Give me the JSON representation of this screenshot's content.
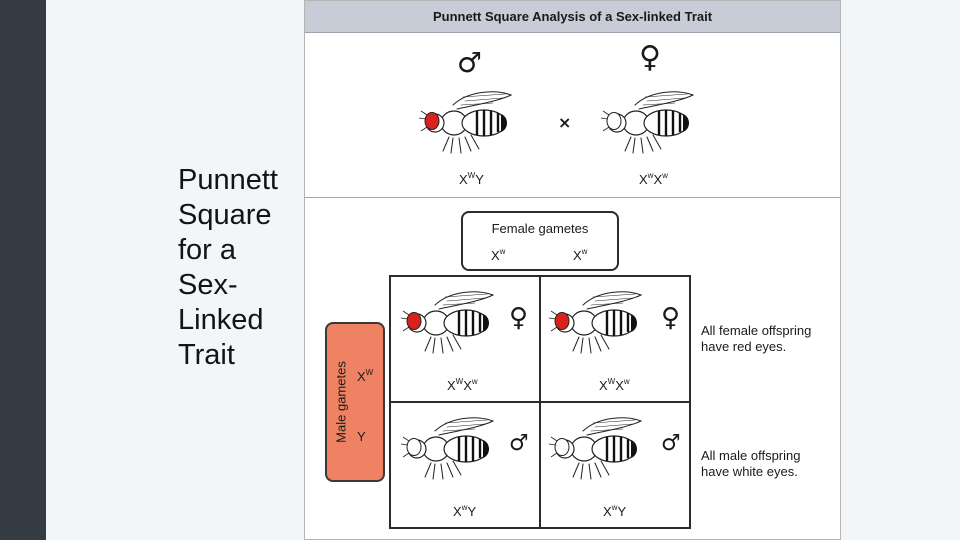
{
  "slide": {
    "title": "Punnett Square for a Sex-Linked Trait"
  },
  "figure": {
    "title": "Punnett Square Analysis of a Sex-linked Trait",
    "parents": {
      "male": {
        "symbol": "♂",
        "genotype": {
          "base1": "X",
          "sup1": "W",
          "rest": "Y"
        },
        "eye_color": "#d9221c"
      },
      "cross": "×",
      "female": {
        "symbol": "♀",
        "genotype": {
          "base1": "X",
          "sup1": "w",
          "base2": "X",
          "sup2": "w"
        },
        "eye_color": "#ffffff"
      }
    },
    "female_gametes": {
      "label": "Female gametes",
      "g1": {
        "base": "X",
        "sup": "w"
      },
      "g2": {
        "base": "X",
        "sup": "w"
      }
    },
    "male_gametes": {
      "label": "Male gametes",
      "g1": {
        "base": "X",
        "sup": "W"
      },
      "g2": {
        "base": "Y"
      },
      "color": "#ef8263"
    },
    "offspring": [
      {
        "symbol": "♀",
        "genotype": {
          "base1": "X",
          "sup1": "W",
          "base2": "X",
          "sup2": "w"
        },
        "eye_color": "#d9221c"
      },
      {
        "symbol": "♀",
        "genotype": {
          "base1": "X",
          "sup1": "W",
          "base2": "X",
          "sup2": "w"
        },
        "eye_color": "#d9221c"
      },
      {
        "symbol": "♂",
        "genotype": {
          "base1": "X",
          "sup1": "w",
          "rest": "Y"
        },
        "eye_color": "#ffffff"
      },
      {
        "symbol": "♂",
        "genotype": {
          "base1": "X",
          "sup1": "w",
          "rest": "Y"
        },
        "eye_color": "#ffffff"
      }
    ],
    "notes": {
      "female": "All female offspring have red eyes.",
      "male": "All male offspring have white eyes."
    }
  }
}
